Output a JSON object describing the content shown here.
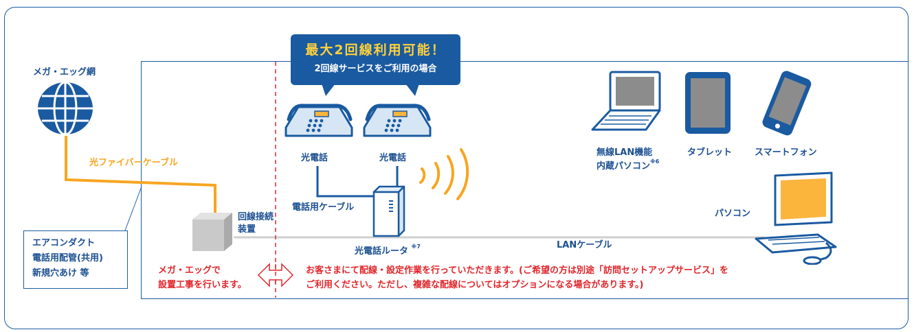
{
  "network": {
    "label": "メガ・エッグ網"
  },
  "fiber": {
    "label": "光ファイバーケーブル"
  },
  "note_box": {
    "lines": [
      "エアコンダクト",
      "電話用配管(共用)",
      "新規穴あけ 等"
    ]
  },
  "onu": {
    "label_line1": "回線接続",
    "label_line2": "装置"
  },
  "callout": {
    "title": "最大2回線利用可能！",
    "subtitle": "2回線サービスをご利用の場合"
  },
  "phones": [
    {
      "label": "光電話"
    },
    {
      "label": "光電話"
    }
  ],
  "phone_cable": {
    "label": "電話用ケーブル"
  },
  "router": {
    "label": "光電話ルータ",
    "note": "※7"
  },
  "lan_cable": {
    "label": "LANケーブル"
  },
  "devices": {
    "laptop": {
      "line1": "無線LAN機能",
      "line2": "内蔵パソコン",
      "note": "※6"
    },
    "tablet": {
      "label": "タブレット"
    },
    "smartphone": {
      "label": "スマートフォン"
    },
    "pc": {
      "label": "パソコン"
    }
  },
  "left_note": {
    "line1": "メガ・エッグで",
    "line2": "設置工事を行います。"
  },
  "right_note": {
    "line1": "お客さまにて配線・設定作業を行っていただきます。(ご希望の方は別途「訪問セットアップサービス」を",
    "line2": "ご利用ください。ただし、複雑な配線についてはオプションになる場合があります。)"
  },
  "colors": {
    "blue": "#1a5aa0",
    "orange": "#f7a51f",
    "red": "#e0262b",
    "screen": "#fbb43c"
  }
}
